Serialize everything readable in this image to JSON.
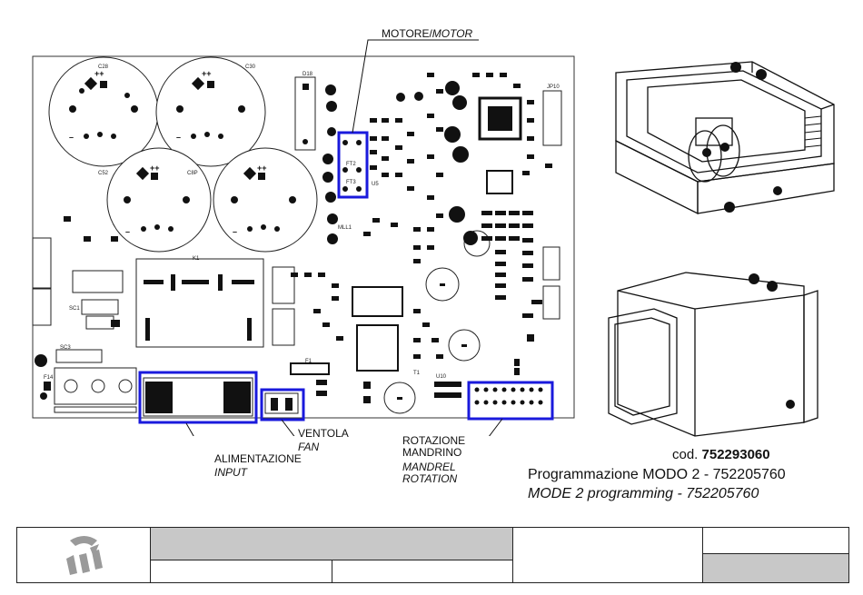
{
  "labels": {
    "motor_it": "MOTORE/",
    "motor_en": "MOTOR",
    "fan_it": "VENTOLA",
    "fan_en": "FAN",
    "power_it": "ALIMENTAZIONE",
    "power_en": "INPUT",
    "rotation_it_1": "ROTAZIONE",
    "rotation_it_2": "MANDRINO",
    "rotation_en_1": "MANDREL",
    "rotation_en_2": "ROTATION"
  },
  "info": {
    "code_prefix": "cod. ",
    "code_value": "752293060",
    "programming_it": "Programmazione MODO 2 - 752205760",
    "programming_en": "MODE 2 programming - 752205760"
  },
  "pcb_marks": {
    "c28": "C28",
    "c30": "C30",
    "c52": "C52",
    "c8p": "C8P",
    "d18": "D18",
    "ft2": "FT2",
    "ft3": "FT3",
    "u5": "U5",
    "k1": "K1",
    "sc1": "SC1",
    "sc3": "SC3",
    "mll1": "MLL1",
    "u10": "U10",
    "jp10": "JP10",
    "t1": "T1",
    "f1": "F1",
    "f14": "F14"
  },
  "colors": {
    "highlight": "#1a1adc",
    "grey_cell": "#c8c8c8",
    "logo": "#9a9a9a"
  },
  "icons": {
    "logo": "ravaglioli-logo"
  }
}
